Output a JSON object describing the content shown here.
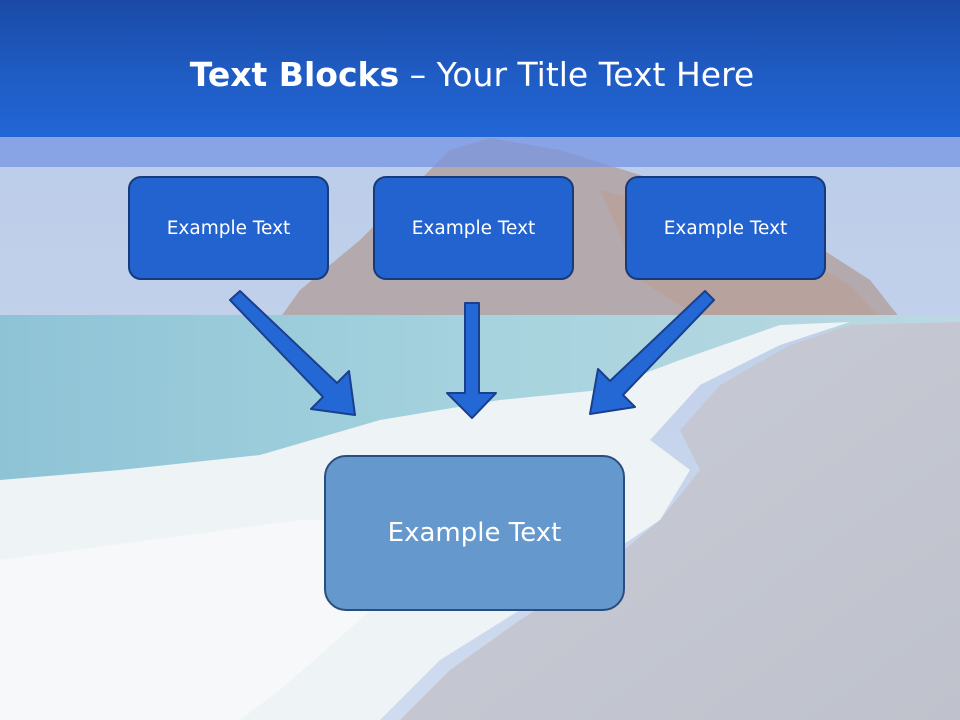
{
  "header": {
    "title_bold": "Text Blocks",
    "title_separator": " – ",
    "title_rest": "Your Title Text Here"
  },
  "diagram": {
    "source_boxes": [
      {
        "label": "Example Text"
      },
      {
        "label": "Example Text"
      },
      {
        "label": "Example Text"
      }
    ],
    "target_box": {
      "label": "Example Text"
    }
  },
  "colors": {
    "header_blue": "#1f5cc4",
    "box_fill": "#2363cf",
    "box_border": "#163a7a",
    "target_fill": "#6598cc",
    "arrow_fill": "#2468d6",
    "arrow_stroke": "#1a3f8c"
  }
}
